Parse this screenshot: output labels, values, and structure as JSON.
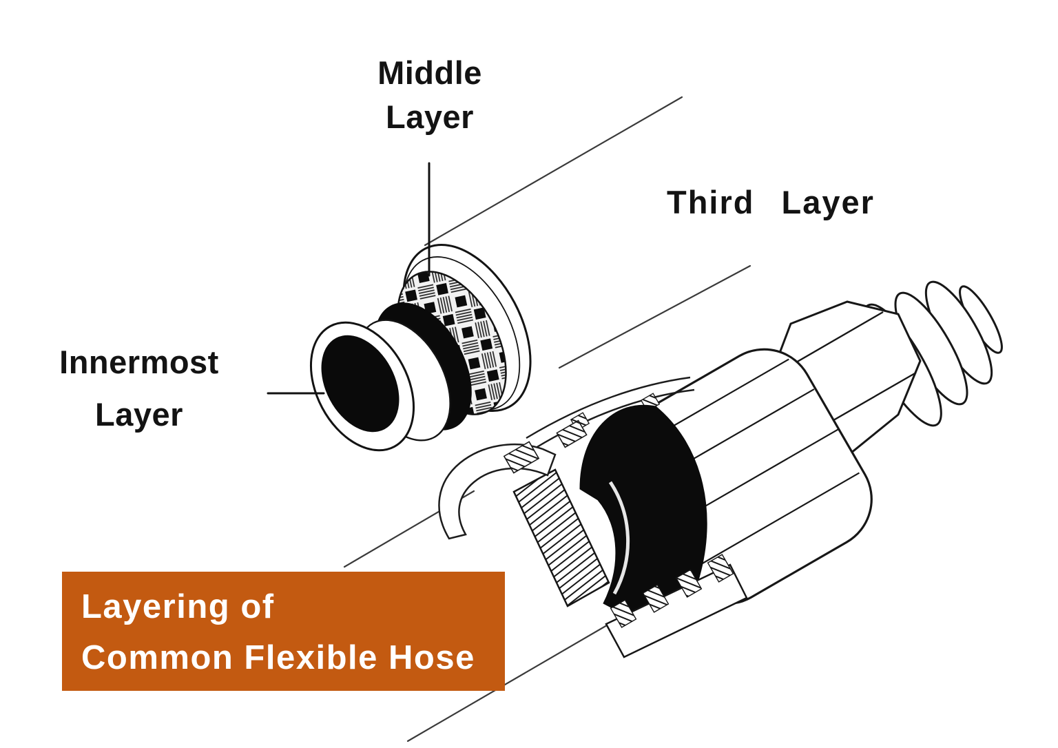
{
  "page": {
    "background": "#ffffff"
  },
  "banner": {
    "line1": "Layering of",
    "line2": "Common Flexible Hose",
    "bg_color": "#C35A11",
    "text_color": "#ffffff"
  },
  "labels": {
    "middle_layer": {
      "line1": "Middle",
      "line2": "Layer"
    },
    "third_layer": {
      "text": "Third Layer"
    },
    "innermost_layer": {
      "line1": "Innermost",
      "line2": "Layer"
    }
  },
  "diagram": {
    "type": "black-and-white technical line illustration",
    "subject": "Cut-away view of a common flexible hose showing three layers and an end fitting",
    "ink_color": "#1c1c1c",
    "parts": [
      "innermost-layer-tube",
      "braided-middle-layer",
      "third-layer-flare",
      "hose-body",
      "peeled-outer-strip",
      "braid-cross-section",
      "inner-tube-cutaway",
      "crimp-collar",
      "hex-nut",
      "barbed-fitting-end"
    ]
  }
}
